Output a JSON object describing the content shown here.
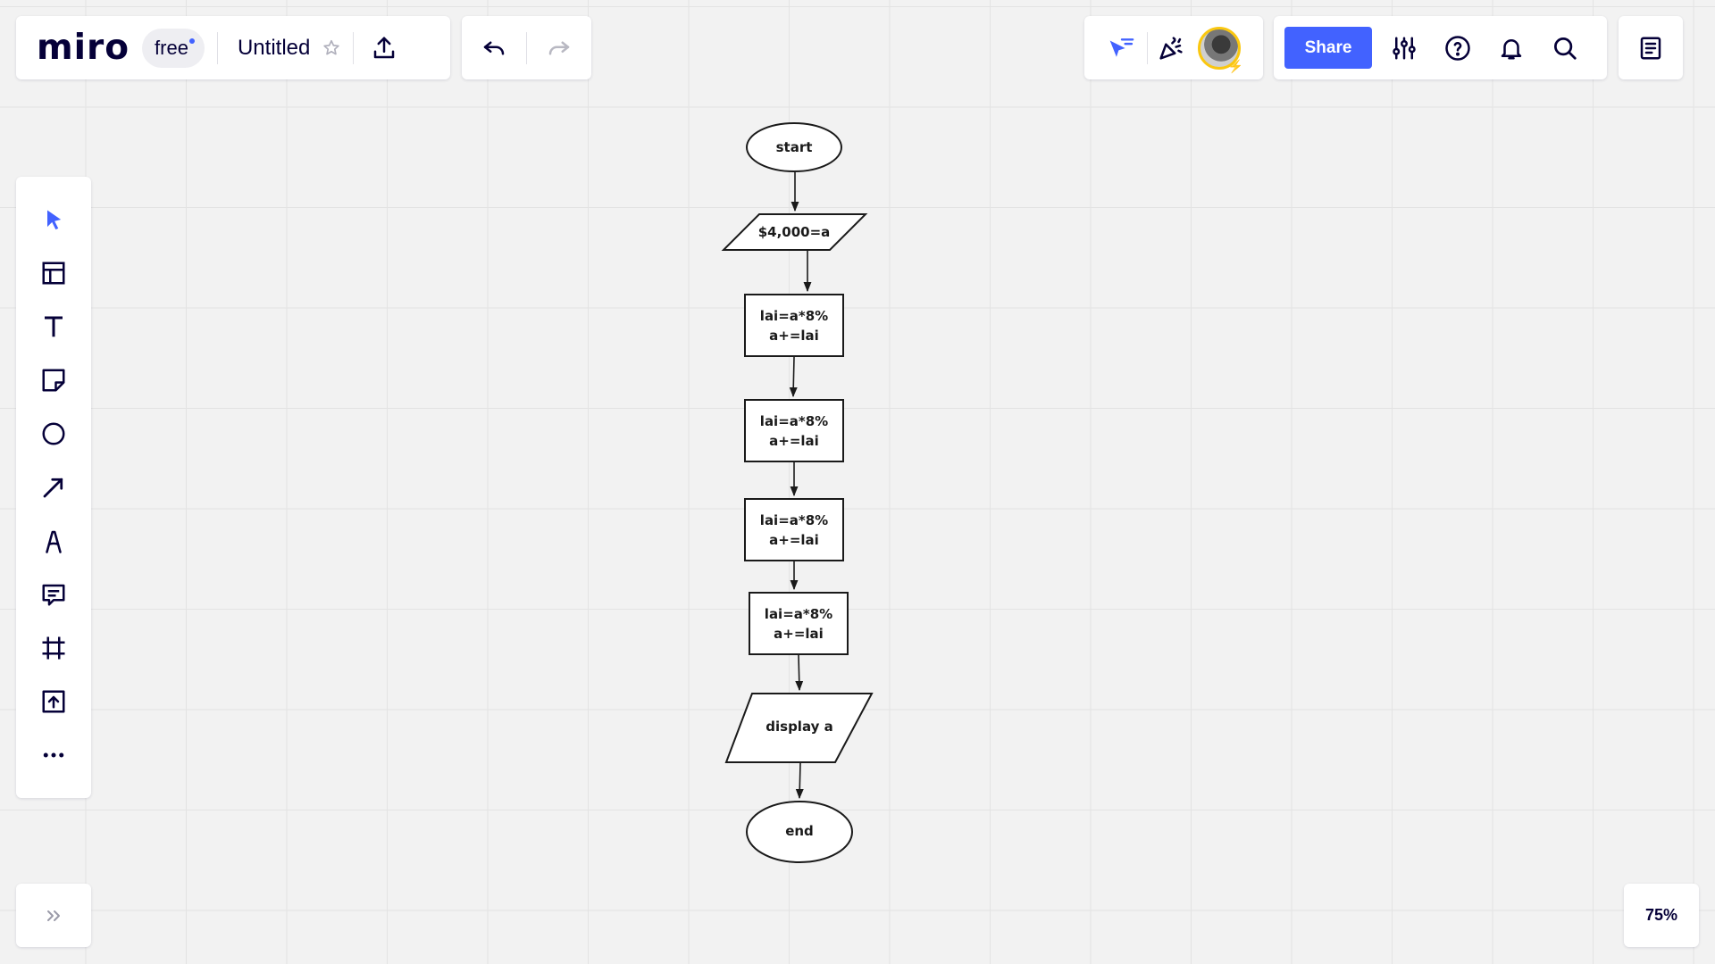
{
  "app": {
    "logo": "miro",
    "plan": "free",
    "board_title": "Untitled"
  },
  "header": {
    "share_label": "Share"
  },
  "toolbar": {
    "tools": [
      {
        "name": "select",
        "icon": "cursor-icon",
        "active": true
      },
      {
        "name": "templates",
        "icon": "templates-icon"
      },
      {
        "name": "text",
        "icon": "text-icon"
      },
      {
        "name": "sticky-note",
        "icon": "sticky-note-icon"
      },
      {
        "name": "shapes",
        "icon": "circle-icon"
      },
      {
        "name": "connection-line",
        "icon": "arrow-icon"
      },
      {
        "name": "pen",
        "icon": "pen-icon"
      },
      {
        "name": "comment",
        "icon": "comment-icon"
      },
      {
        "name": "frame",
        "icon": "frame-icon"
      },
      {
        "name": "upload",
        "icon": "upload-icon"
      },
      {
        "name": "more",
        "icon": "more-icon"
      }
    ]
  },
  "zoom": "75%",
  "flowchart": {
    "nodes": [
      {
        "id": "start",
        "type": "terminator",
        "text": "start"
      },
      {
        "id": "input",
        "type": "io",
        "text": "$4,000=a"
      },
      {
        "id": "p1",
        "type": "process",
        "text": "lai=a*8%\na+=lai"
      },
      {
        "id": "p2",
        "type": "process",
        "text": "lai=a*8%\na+=lai"
      },
      {
        "id": "p3",
        "type": "process",
        "text": "lai=a*8%\na+=lai"
      },
      {
        "id": "p4",
        "type": "process",
        "text": "lai=a*8%\na+=lai"
      },
      {
        "id": "output",
        "type": "io",
        "text": "display a"
      },
      {
        "id": "end",
        "type": "terminator",
        "text": "end"
      }
    ]
  },
  "colors": {
    "accent": "#4262ff",
    "badge": "#fac710",
    "canvas": "#f2f2f2"
  }
}
